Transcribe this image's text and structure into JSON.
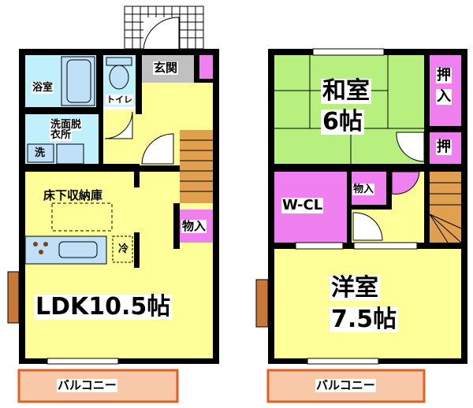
{
  "floor1": {
    "bath": "浴室",
    "toilet": "トイレ",
    "entrance": "玄関",
    "washroom_line1": "洗面脱",
    "washroom_line2": "衣所",
    "washer": "洗",
    "underfloor_storage": "床下収納庫",
    "storage": "物入",
    "fridge": "冷",
    "ldk": "LDK10.5帖",
    "balcony": "バルコニー"
  },
  "floor2": {
    "japanese_room_line1": "和室",
    "japanese_room_line2": "6帖",
    "closet_large_line1": "押",
    "closet_large_line2": "入",
    "closet_small": "押",
    "walk_in_closet": "W-CL",
    "storage": "物入",
    "western_room_line1": "洋室",
    "western_room_line2": "7.5帖",
    "balcony": "バルコニー"
  },
  "colors": {
    "wall": "#000000",
    "yellow_room": "#ffff99",
    "wet_area": "#c0f0fc",
    "tatami": "#b8f080",
    "closet": "#f080f0",
    "entrance": "#c0c0c0",
    "stairs": "#e0a050",
    "balcony": "#f8c8a8"
  }
}
